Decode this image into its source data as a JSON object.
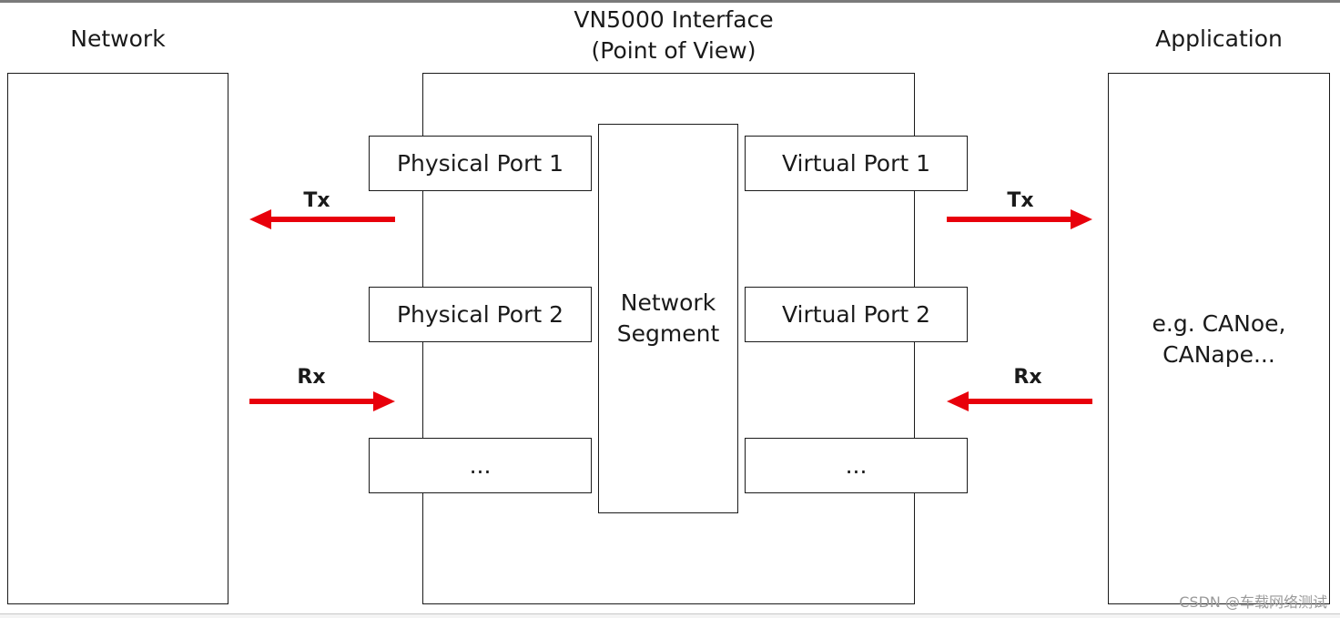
{
  "title": {
    "line1": "VN5000 Interface",
    "line2": "(Point of View)"
  },
  "network": {
    "label": "Network"
  },
  "application": {
    "label": "Application",
    "body_line1": "e.g. CANoe,",
    "body_line2": "CANape..."
  },
  "physical_ports": [
    "Physical Port 1",
    "Physical Port 2",
    "..."
  ],
  "virtual_ports": [
    "Virtual Port 1",
    "Virtual Port 2",
    "..."
  ],
  "segment": {
    "line1": "Network",
    "line2": "Segment"
  },
  "arrows": {
    "left_tx": "Tx",
    "left_rx": "Rx",
    "right_tx": "Tx",
    "right_rx": "Rx",
    "color": "#e8000b"
  },
  "watermark": "CSDN @车载网络测试"
}
